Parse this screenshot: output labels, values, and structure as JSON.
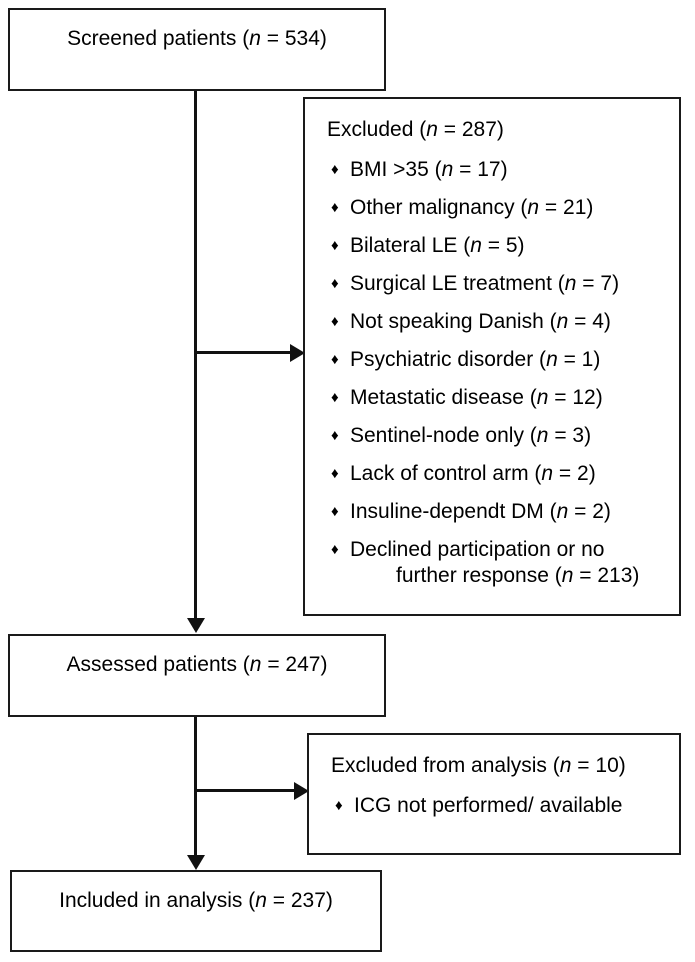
{
  "diagram": {
    "title": "Patient flow diagram",
    "line_color": "#111111",
    "box_border_color": "#1a1a1a",
    "background": "#ffffff",
    "bullet_glyph": "♦"
  },
  "nodes": {
    "screened": {
      "label_prefix": "Screened patients (",
      "n_symbol": "n",
      "label_suffix": " = 534)",
      "full": "Screened patients (n = 534)"
    },
    "excluded": {
      "title_prefix": "Excluded (",
      "title_n": "n",
      "title_suffix": " = 287)",
      "title_full": "Excluded (n = 287)",
      "items": [
        {
          "text_prefix": "BMI >35 (",
          "n": "n",
          "text_suffix": " = 17)",
          "full": "BMI >35 (n = 17)"
        },
        {
          "text_prefix": "Other malignancy (",
          "n": "n",
          "text_suffix": " = 21)",
          "full": "Other malignancy (n = 21)"
        },
        {
          "text_prefix": "Bilateral LE (",
          "n": "n",
          "text_suffix": " = 5)",
          "full": "Bilateral LE (n = 5)"
        },
        {
          "text_prefix": "Surgical LE treatment (",
          "n": "n",
          "text_suffix": " = 7)",
          "full": "Surgical LE treatment (n = 7)"
        },
        {
          "text_prefix": "Not speaking Danish (",
          "n": "n",
          "text_suffix": " = 4)",
          "full": "Not speaking Danish (n = 4)"
        },
        {
          "text_prefix": "Psychiatric disorder (",
          "n": "n",
          "text_suffix": " = 1)",
          "full": "Psychiatric disorder (n = 1)"
        },
        {
          "text_prefix": "Metastatic disease (",
          "n": "n",
          "text_suffix": " = 12)",
          "full": "Metastatic disease (n = 12)"
        },
        {
          "text_prefix": "Sentinel-node only (",
          "n": "n",
          "text_suffix": " = 3)",
          "full": "Sentinel-node only (n = 3)"
        },
        {
          "text_prefix": "Lack of control arm (",
          "n": "n",
          "text_suffix": " = 2)",
          "full": "Lack of control arm (n = 2)"
        },
        {
          "text_prefix": "Insuline-dependt DM (",
          "n": "n",
          "text_suffix": " = 2)",
          "full": "Insuline-dependt DM (n = 2)"
        },
        {
          "text_prefix": "Declined participation or no",
          "n": "n",
          "text_suffix": "",
          "full": "Declined participation or no further response (n = 213)",
          "continuation_prefix": "further response (",
          "continuation_n": "n",
          "continuation_suffix": " = 213)"
        }
      ]
    },
    "assessed": {
      "label_prefix": "Assessed patients (",
      "n_symbol": "n",
      "label_suffix": " = 247)",
      "full": "Assessed patients (n = 247)"
    },
    "excluded_analysis": {
      "title_prefix": "Excluded from analysis (",
      "title_n": "n",
      "title_suffix": " = 10)",
      "title_full": "Excluded from analysis (n = 10)",
      "items": [
        {
          "text_prefix": "ICG not performed/ available",
          "n": "",
          "text_suffix": "",
          "full": "ICG not performed/ available"
        }
      ]
    },
    "included": {
      "label_prefix": "Included in analysis (",
      "n_symbol": "n",
      "label_suffix": " = 237)",
      "full": "Included in analysis (n = 237)"
    }
  }
}
